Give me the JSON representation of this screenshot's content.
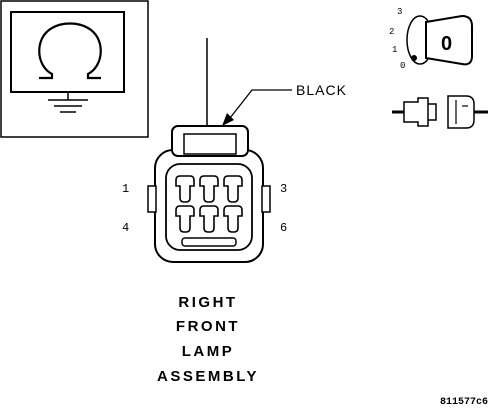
{
  "wire_color_label": "BLACK",
  "pin_labels": {
    "pin1": "1",
    "pin3": "3",
    "pin4": "4",
    "pin6": "6"
  },
  "ohmmeter_symbol": "Ω",
  "ignition_positions": [
    "3",
    "2",
    "1",
    "0"
  ],
  "ignition_key_label": "0",
  "title_lines": [
    "RIGHT",
    "FRONT",
    "LAMP",
    "ASSEMBLY"
  ],
  "figure_code": "811577c6",
  "icons": {
    "meter": "ohmmeter-icon",
    "ground": "ground-symbol-icon",
    "key": "ignition-key-icon",
    "connector": "connector-disconnected-icon"
  }
}
